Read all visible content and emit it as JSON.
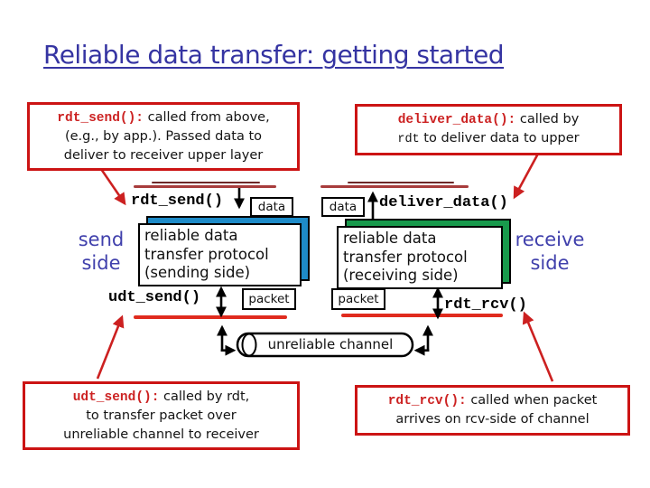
{
  "slide": {
    "title": "Reliable data transfer: getting started"
  },
  "callouts": {
    "top_left": {
      "code": "rdt_send():",
      "line1": " called from above,",
      "line2": "(e.g., by app.). Passed data to",
      "line3": "deliver to receiver upper layer"
    },
    "top_right": {
      "code": "deliver_data():",
      "line1": " called by",
      "line2_code": "rdt",
      "line2": " to deliver data to upper"
    },
    "bottom_left": {
      "code": "udt_send():",
      "line1": " called by rdt,",
      "line2": "to transfer packet over",
      "line3": "unreliable channel to receiver"
    },
    "bottom_right": {
      "code": "rdt_rcv():",
      "line1": " called when packet",
      "line2": "arrives on rcv-side of channel"
    }
  },
  "diagram": {
    "labels": {
      "rdt_send": "rdt_send()",
      "deliver_data": "deliver_data()",
      "udt_send": "udt_send()",
      "rdt_rcv": "rdt_rcv()",
      "data_left": "data",
      "data_right": "data",
      "packet_left": "packet",
      "packet_right": "packet",
      "channel": "unreliable channel"
    },
    "send_side": {
      "line1": "send",
      "line2": "side"
    },
    "receive_side": {
      "line1": "receive",
      "line2": "side"
    },
    "sender_box": {
      "line1": "reliable data",
      "line2": "transfer protocol",
      "line3": "(sending side)"
    },
    "receiver_box": {
      "line1": "reliable data",
      "line2": "transfer protocol",
      "line3": "(receiving side)"
    }
  },
  "colors": {
    "title_blue": "#3534a2",
    "side_label_blue": "#4040ac",
    "callout_border_red": "#cc1414",
    "code_red": "#cc2222",
    "connector_arrow_red": "#cc2020",
    "interface_line_dark_red": "#a83c3c",
    "interface_line_bright_red": "#e02b1e",
    "sender_shadow_blue": "#1e8bc8",
    "receiver_shadow_green": "#189a4c"
  }
}
